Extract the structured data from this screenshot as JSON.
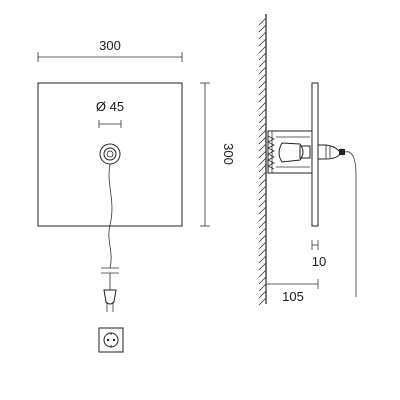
{
  "dimensions": {
    "front_width": "300",
    "front_height": "300",
    "hole_diameter": "Ø 45",
    "plate_thickness": "10",
    "projection": "105"
  },
  "icons": {
    "plug": "plug-icon",
    "socket": "wall-socket-icon"
  }
}
